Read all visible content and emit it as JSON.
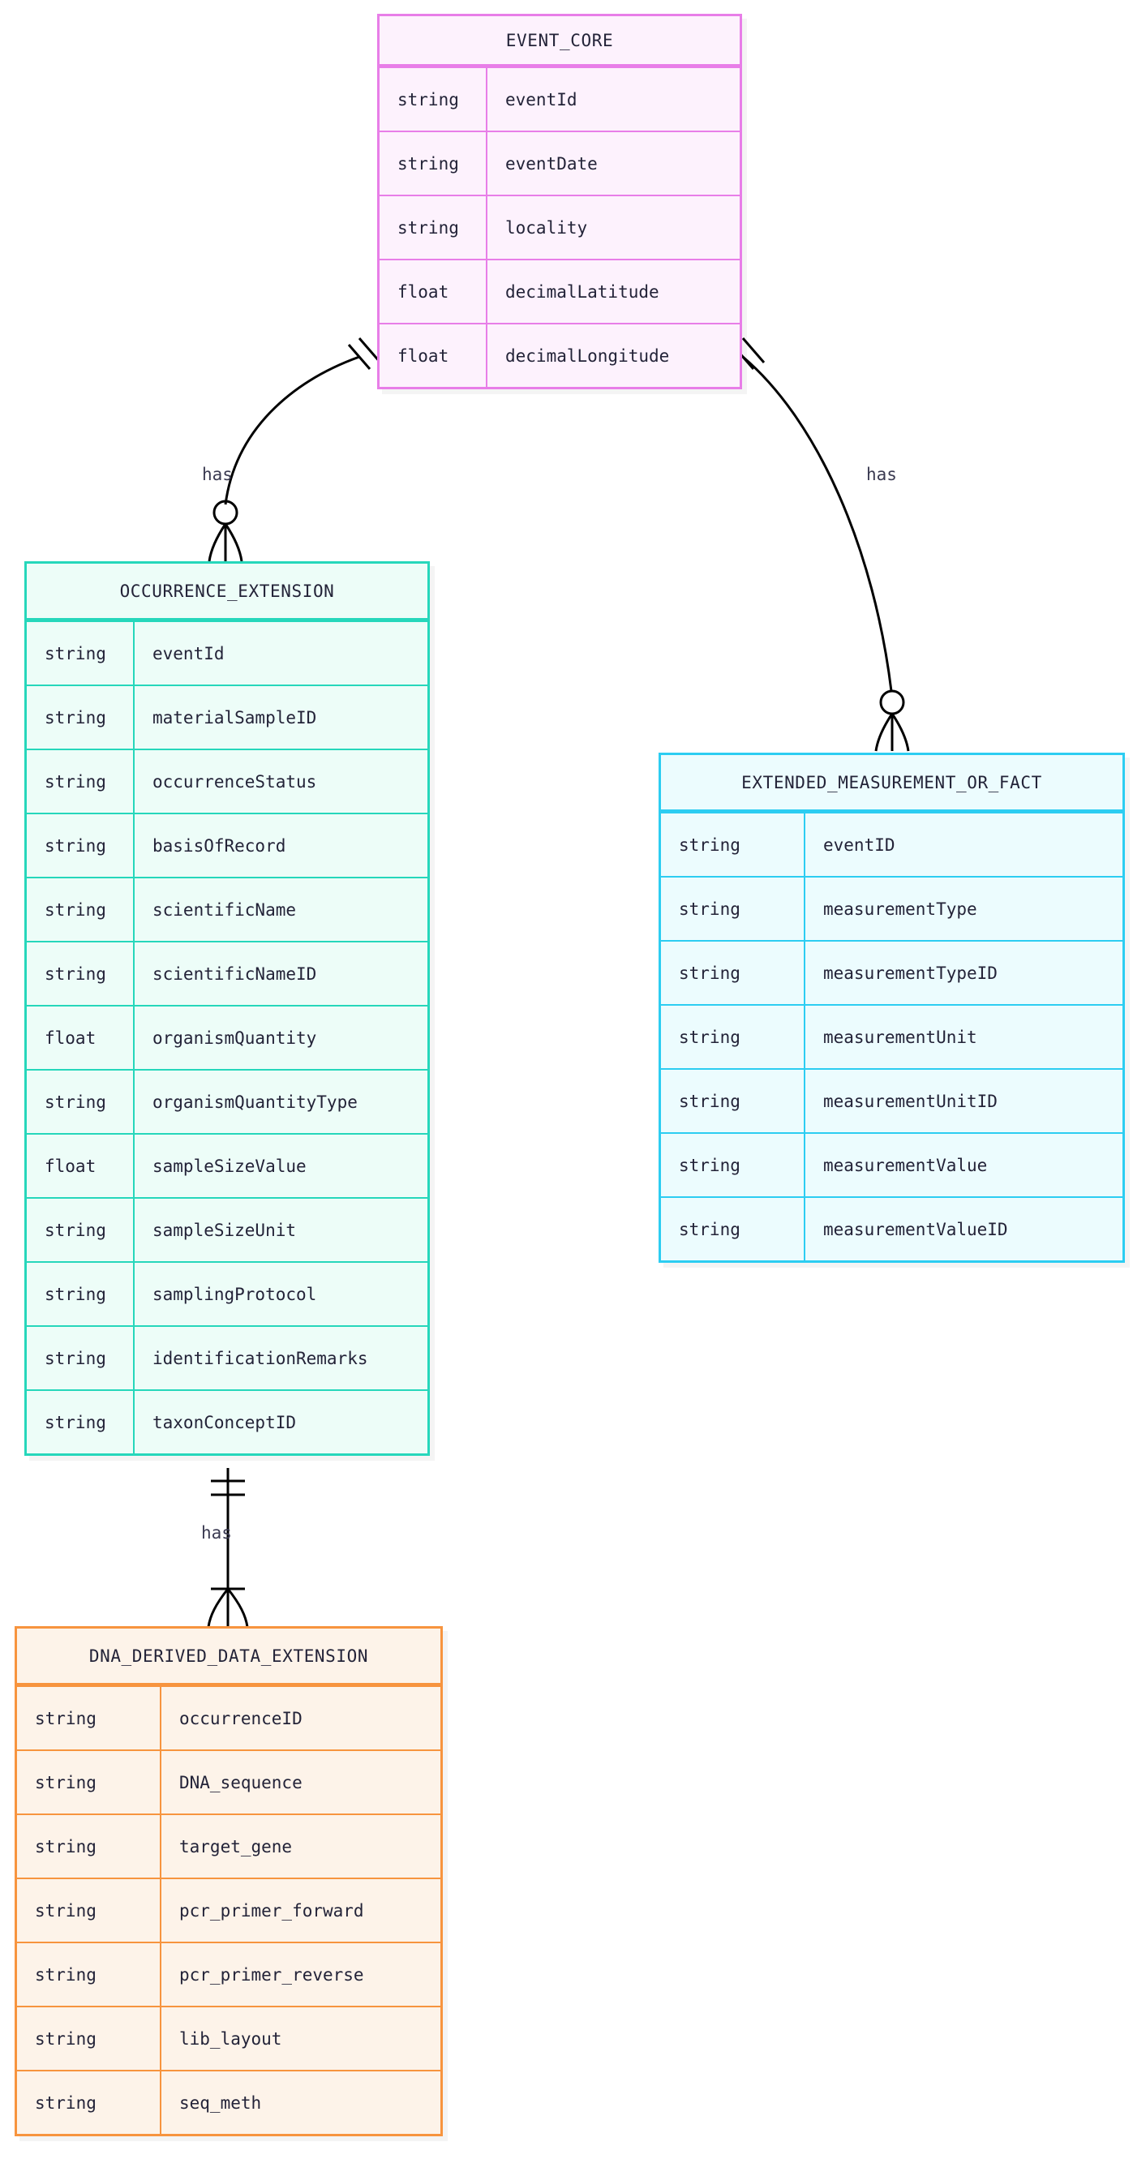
{
  "diagram": {
    "type": "entity-relationship-diagram",
    "notation": "crows-foot",
    "background": "#ffffff"
  },
  "colors": {
    "event_core_border": "#e87ee8",
    "event_core_fill": "#fdf2fd",
    "occurrence_border": "#26d7bb",
    "occurrence_fill": "#edfdf8",
    "emof_border": "#2ccdf2",
    "emof_fill": "#ecfcfe",
    "dna_border": "#f7943e",
    "dna_fill": "#fdf3e9",
    "edge": "#000000",
    "text": "#232338"
  },
  "entities": [
    {
      "id": "event_core",
      "title": "EVENT_CORE",
      "attributes": [
        {
          "type": "string",
          "name": "eventId"
        },
        {
          "type": "string",
          "name": "eventDate"
        },
        {
          "type": "string",
          "name": "locality"
        },
        {
          "type": "float",
          "name": "decimalLatitude"
        },
        {
          "type": "float",
          "name": "decimalLongitude"
        }
      ]
    },
    {
      "id": "occurrence_extension",
      "title": "OCCURRENCE_EXTENSION",
      "attributes": [
        {
          "type": "string",
          "name": "eventId"
        },
        {
          "type": "string",
          "name": "materialSampleID"
        },
        {
          "type": "string",
          "name": "occurrenceStatus"
        },
        {
          "type": "string",
          "name": "basisOfRecord"
        },
        {
          "type": "string",
          "name": "scientificName"
        },
        {
          "type": "string",
          "name": "scientificNameID"
        },
        {
          "type": "float",
          "name": "organismQuantity"
        },
        {
          "type": "string",
          "name": "organismQuantityType"
        },
        {
          "type": "float",
          "name": "sampleSizeValue"
        },
        {
          "type": "string",
          "name": "sampleSizeUnit"
        },
        {
          "type": "string",
          "name": "samplingProtocol"
        },
        {
          "type": "string",
          "name": "identificationRemarks"
        },
        {
          "type": "string",
          "name": "taxonConceptID"
        }
      ]
    },
    {
      "id": "extended_measurement_or_fact",
      "title": "EXTENDED_MEASUREMENT_OR_FACT",
      "attributes": [
        {
          "type": "string",
          "name": "eventID"
        },
        {
          "type": "string",
          "name": "measurementType"
        },
        {
          "type": "string",
          "name": "measurementTypeID"
        },
        {
          "type": "string",
          "name": "measurementUnit"
        },
        {
          "type": "string",
          "name": "measurementUnitID"
        },
        {
          "type": "string",
          "name": "measurementValue"
        },
        {
          "type": "string",
          "name": "measurementValueID"
        }
      ]
    },
    {
      "id": "dna_derived_data_extension",
      "title": "DNA_DERIVED_DATA_EXTENSION",
      "attributes": [
        {
          "type": "string",
          "name": "occurrenceID"
        },
        {
          "type": "string",
          "name": "DNA_sequence"
        },
        {
          "type": "string",
          "name": "target_gene"
        },
        {
          "type": "string",
          "name": "pcr_primer_forward"
        },
        {
          "type": "string",
          "name": "pcr_primer_reverse"
        },
        {
          "type": "string",
          "name": "lib_layout"
        },
        {
          "type": "string",
          "name": "seq_meth"
        }
      ]
    }
  ],
  "relationships": [
    {
      "id": "event-to-occurrence",
      "from": "EVENT_CORE",
      "to": "OCCURRENCE_EXTENSION",
      "label": "has",
      "from_cardinality": "exactly-one",
      "to_cardinality": "zero-or-more"
    },
    {
      "id": "event-to-emof",
      "from": "EVENT_CORE",
      "to": "EXTENDED_MEASUREMENT_OR_FACT",
      "label": "has",
      "from_cardinality": "exactly-one",
      "to_cardinality": "zero-or-more"
    },
    {
      "id": "occurrence-to-dna",
      "from": "OCCURRENCE_EXTENSION",
      "to": "DNA_DERIVED_DATA_EXTENSION",
      "label": "has",
      "from_cardinality": "exactly-one",
      "to_cardinality": "one-or-more"
    }
  ]
}
